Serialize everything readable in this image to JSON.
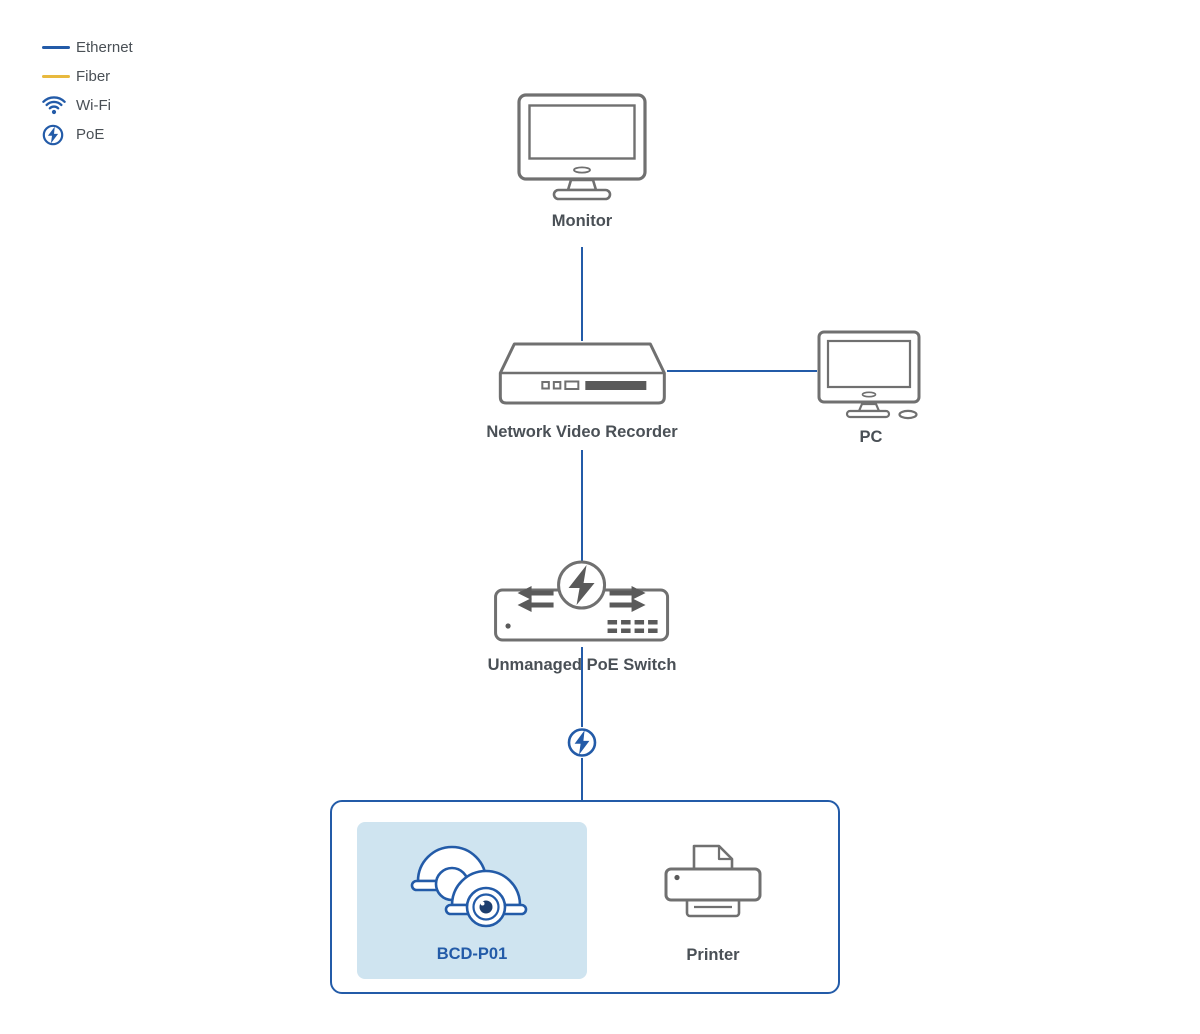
{
  "colors": {
    "ethernet": "#235BA8",
    "fiber": "#E8B93E",
    "accent": "#235BA8",
    "icon_stroke": "#707070",
    "detail_dark": "#5A5A5A",
    "label": "#4A5056",
    "camera_bg": "#CFE4F0",
    "lens_dark": "#1D3E6E"
  },
  "legend": {
    "items": [
      {
        "label": "Ethernet",
        "swatch": "ethernet-line"
      },
      {
        "label": "Fiber",
        "swatch": "fiber-line"
      },
      {
        "label": "Wi-Fi",
        "swatch": "wifi-icon"
      },
      {
        "label": "PoE",
        "swatch": "poe-icon"
      }
    ]
  },
  "nodes": {
    "monitor": {
      "label": "Monitor"
    },
    "nvr": {
      "label": "Network Video Recorder"
    },
    "pc": {
      "label": "PC"
    },
    "poe_switch": {
      "label": "Unmanaged PoE Switch"
    },
    "camera": {
      "label": "BCD-P01",
      "highlighted": true
    },
    "printer": {
      "label": "Printer"
    }
  },
  "edges": [
    {
      "from": "monitor",
      "to": "nvr",
      "type": "ethernet"
    },
    {
      "from": "nvr",
      "to": "pc",
      "type": "ethernet"
    },
    {
      "from": "nvr",
      "to": "poe_switch",
      "type": "ethernet"
    },
    {
      "from": "poe_switch",
      "to": "device-group",
      "type": "ethernet-poe"
    }
  ]
}
